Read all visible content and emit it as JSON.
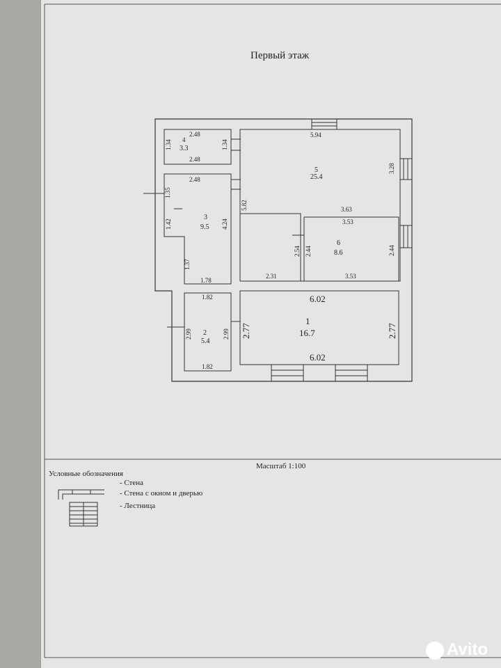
{
  "title": "Первый этаж",
  "scale": "Масштаб 1:100",
  "legend": {
    "title": "Условные обозначения",
    "items": [
      "- Стена",
      "- Стена с окном и дверью",
      "- Лестница"
    ]
  },
  "rooms": [
    {
      "number": "4",
      "area": "3.3",
      "dims": [
        "2.48",
        "2.48",
        "1.34",
        "1.34"
      ]
    },
    {
      "number": "5",
      "area": "25.4",
      "dims": [
        "5.94",
        "3.28",
        "5.82",
        "3.63"
      ]
    },
    {
      "number": "3",
      "area": "9.5",
      "dims": [
        "2.48",
        "1.35",
        "1.42",
        "1.37",
        "1.78",
        "4.24"
      ]
    },
    {
      "number": "6",
      "area": "8.6",
      "dims": [
        "3.53",
        "2.54",
        "2.44",
        "2.44",
        "3.53",
        "2.31"
      ]
    },
    {
      "number": "2",
      "area": "5.4",
      "dims": [
        "1.82",
        "2.99",
        "2.99",
        "1.82"
      ]
    },
    {
      "number": "1",
      "area": "16.7",
      "dims": [
        "6.02",
        "2.77",
        "2.77",
        "6.02"
      ]
    }
  ],
  "watermark": "Avito"
}
